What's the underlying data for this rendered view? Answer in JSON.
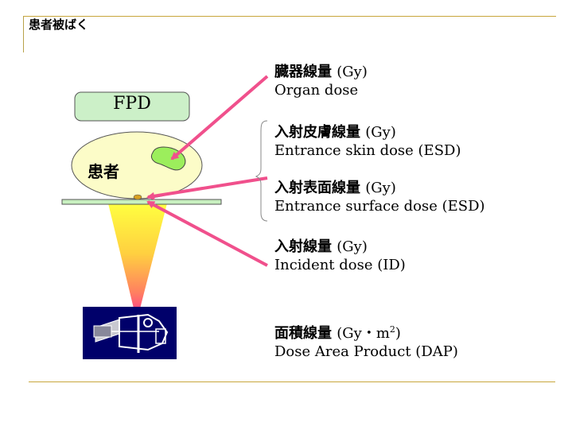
{
  "slide": {
    "title": "患者被ばく"
  },
  "diagram": {
    "fpd_label": "FPD",
    "patient_label": "患者",
    "labels": {
      "organ": {
        "jp": "臓器線量",
        "unit": "(Gy)",
        "en": "Organ dose"
      },
      "esd_skin": {
        "jp": "入射皮膚線量",
        "unit": "(Gy)",
        "en": "Entrance skin dose (ESD)"
      },
      "esd_surface": {
        "jp": "入射表面線量",
        "unit": "(Gy)",
        "en": "Entrance surface dose (ESD)"
      },
      "incident": {
        "jp": "入射線量",
        "unit": "(Gy)",
        "en": "Incident dose (ID)"
      },
      "dap": {
        "jp": "面積線量",
        "unit_prefix": "(Gy・m",
        "unit_sup": "2",
        "unit_suffix": ")",
        "en": "Dose Area Product (DAP)"
      }
    },
    "colors": {
      "arrow": "#f0508c",
      "fpd_fill": "#ccf0c8",
      "patient_fill": "#fcfcc8",
      "organ_fill": "#9cee5c",
      "table_fill": "#c8f0c0",
      "beam_top": "#ffff40",
      "beam_bottom": "#ff3c8c",
      "tube_bg": "#00006a"
    }
  }
}
